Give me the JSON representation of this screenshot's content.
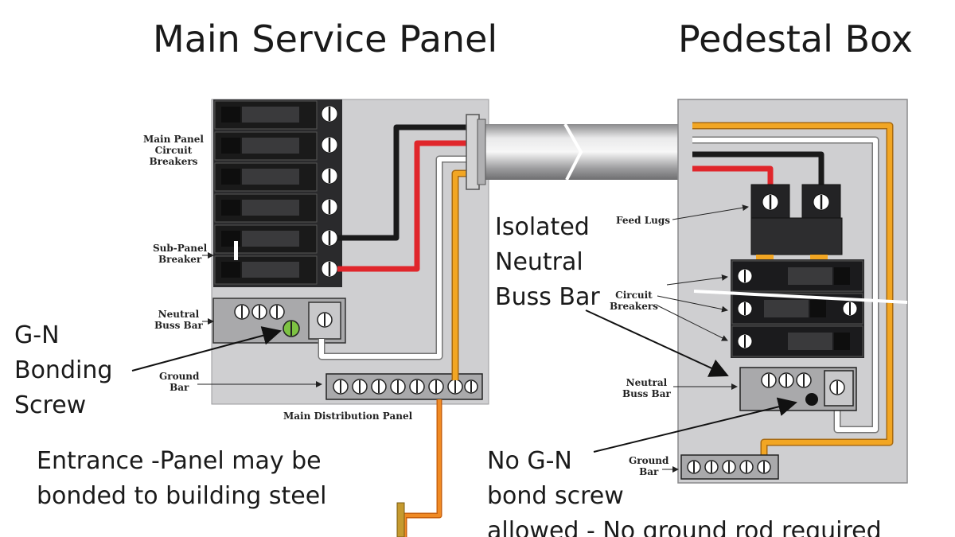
{
  "titles": {
    "main_panel": "Main Service Panel",
    "pedestal": "Pedestal Box"
  },
  "main_panel_labels": {
    "circuit_breakers": [
      "Main Panel",
      "Circuit",
      "Breakers"
    ],
    "sub_panel_breaker": [
      "Sub-Panel",
      "Breaker"
    ],
    "neutral_buss_bar": [
      "Neutral",
      "Buss Bar"
    ],
    "ground_bar": [
      "Ground",
      "Bar"
    ],
    "distribution_panel": "Main Distribution Panel"
  },
  "pedestal_labels": {
    "feed_lugs": "Feed Lugs",
    "circuit_breakers": [
      "Circuit",
      "Breakers"
    ],
    "neutral_buss_bar": [
      "Neutral",
      "Buss Bar"
    ],
    "ground_bar": [
      "Ground",
      "Bar"
    ]
  },
  "callouts": {
    "gn_bonding_screw": [
      "G-N",
      "Bonding",
      "Screw"
    ],
    "isolated_neutral": [
      "Isolated",
      "Neutral",
      "Buss Bar"
    ],
    "entrance_panel": [
      "Entrance -Panel may be",
      "bonded to building steel"
    ],
    "no_gn_bond": [
      "No G-N",
      "bond screw",
      "allowed - No ground rod required"
    ]
  },
  "colors": {
    "panel_gray": "#cfcfd1",
    "hot_black": "#1a1a1a",
    "hot_red": "#e0262b",
    "neutral_white": "#ffffff",
    "ground_orange": "#f2a623",
    "bonding_screw_green": "#7dc242",
    "conduit_gray": "#b9b9bb"
  }
}
